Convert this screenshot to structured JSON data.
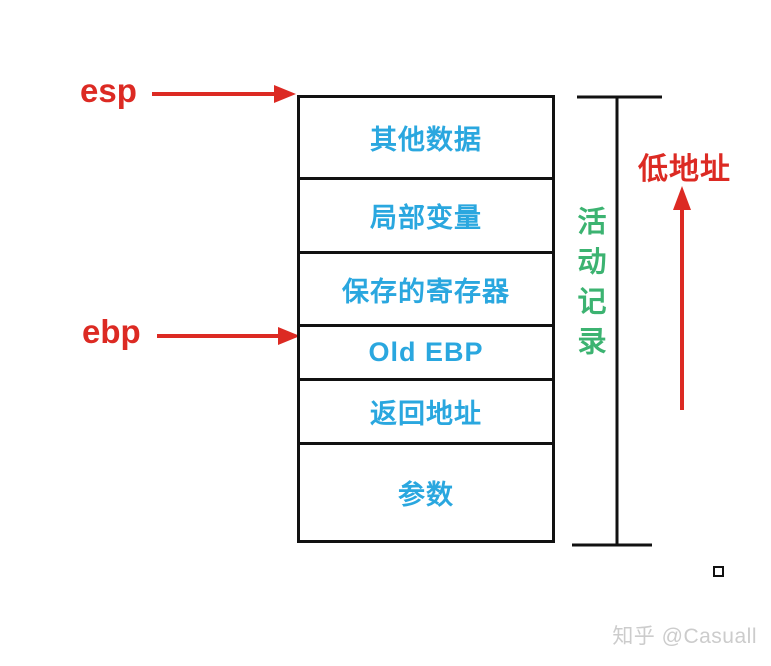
{
  "diagram": {
    "esp_label": "esp",
    "ebp_label": "ebp",
    "stack_cells": [
      "其他数据",
      "局部变量",
      "保存的寄存器",
      "Old EBP",
      "返回地址",
      "参数"
    ],
    "activation_record_label": "活动记录",
    "low_address_label": "低地址",
    "colors": {
      "red": "#dc2a23",
      "blue": "#2aa7df",
      "green": "#3cb371",
      "line": "#111111",
      "watermark": "#cccccc"
    }
  },
  "watermark": "知乎 @Casuall"
}
